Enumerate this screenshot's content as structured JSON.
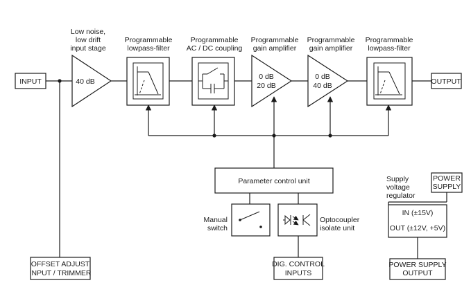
{
  "labels": {
    "input": "INPUT",
    "output": "OUTPUT",
    "stage1_title": [
      "Low noise,",
      "low drift",
      "input stage"
    ],
    "stage1_gain": "40 dB",
    "filter1_title": [
      "Programmable",
      "lowpass-filter"
    ],
    "coupling_title": [
      "Programmable",
      "AC / DC coupling"
    ],
    "amp1_title": [
      "Programmable",
      "gain amplifier"
    ],
    "amp1_gains": [
      "0 dB",
      "20 dB"
    ],
    "amp2_title": [
      "Programmable",
      "gain amplifier"
    ],
    "amp2_gains": [
      "0 dB",
      "40 dB"
    ],
    "filter2_title": [
      "Programmable",
      "lowpass-filter"
    ],
    "control_unit": "Parameter control unit",
    "manual_switch": [
      "Manual",
      "switch"
    ],
    "optocoupler": [
      "Optocoupler",
      "isolate unit"
    ],
    "offset_adjust": [
      "OFFSET ADJUST",
      "INPUT / TRIMMER"
    ],
    "dig_control": [
      "DIG. CONTROL",
      "INPUTS"
    ],
    "supply_regulator": [
      "Supply",
      "voltage",
      "regulator"
    ],
    "power_supply": [
      "POWER",
      "SUPPLY"
    ],
    "regulator_in": "IN (±15V)",
    "regulator_out": "OUT (±12V, +5V)",
    "power_supply_output": [
      "POWER SUPPLY",
      "OUTPUT"
    ]
  }
}
